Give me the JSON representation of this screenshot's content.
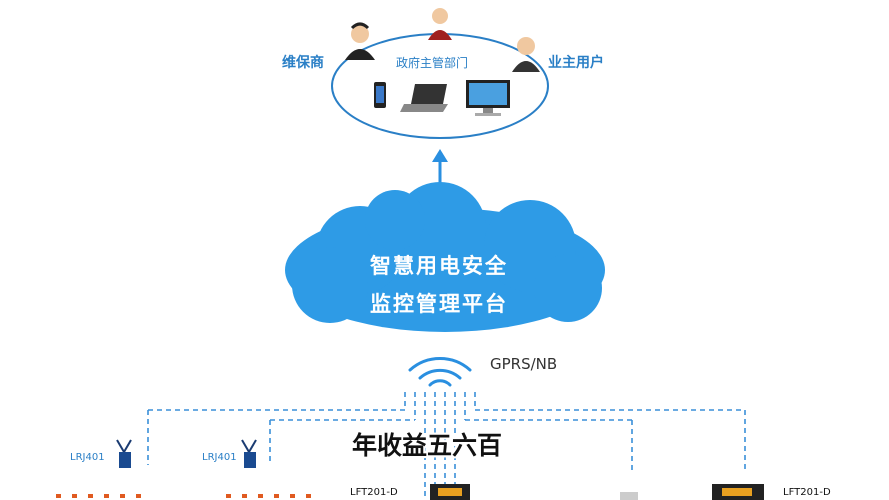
{
  "diagram": {
    "users": {
      "maintainer": "维保商",
      "government": "政府主管部门",
      "owner": "业主用户"
    },
    "platform": {
      "line1": "智慧用电安全",
      "line2": "监控管理平台"
    },
    "network": "GPRS/NB",
    "devices": {
      "gateway_left": "LRJ401",
      "gateway_mid": "LRJ401",
      "detector_left": "LFT201-D",
      "detector_right": "LFT201-D"
    }
  },
  "subtitle": "年收益五六百",
  "colors": {
    "accent": "#2a7fc6",
    "cloud": "#2e9be6",
    "dashed": "#3a8fd8"
  }
}
